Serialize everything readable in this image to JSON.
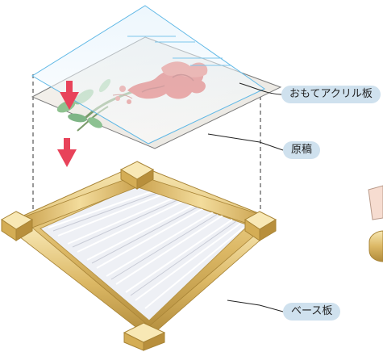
{
  "labels": {
    "acrylic": "おもてアクリル板",
    "manuscript": "原稿",
    "base": "ベース板"
  },
  "colors": {
    "acrylic_edge": "#5fb8e6",
    "gold_frame": "#d7b45a",
    "arrow": "#e8435a",
    "label_bg": "#cfe1ee",
    "flower": "#d94a45"
  }
}
